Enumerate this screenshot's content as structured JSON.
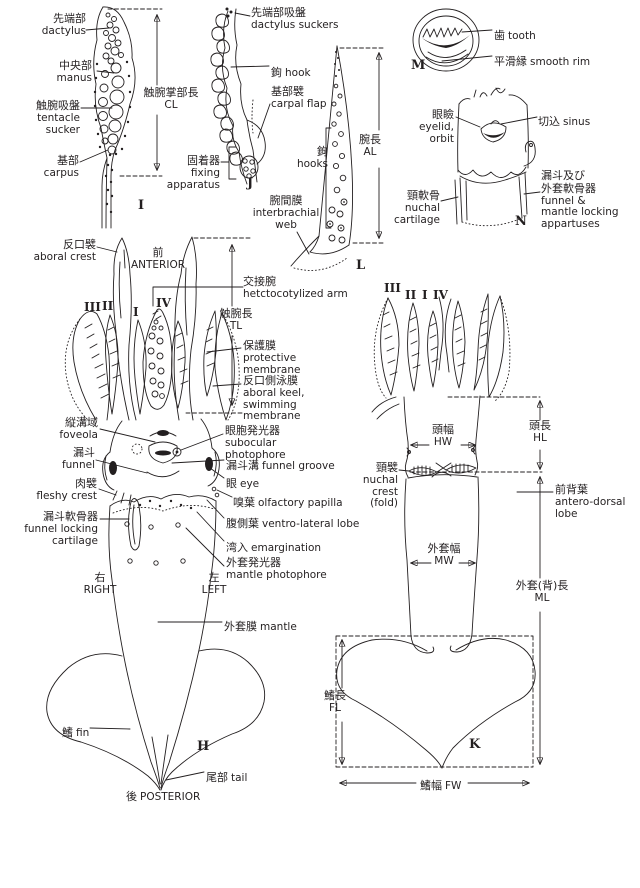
{
  "colors": {
    "ink": "#231f20",
    "background": "#ffffff"
  },
  "fig_i": {
    "letter": "I",
    "dactylus": {
      "jp": "先端部",
      "en": "dactylus"
    },
    "manus": {
      "jp": "中央部",
      "en": "manus"
    },
    "tentacle_sucker": {
      "jp": "触腕吸盤",
      "en": "tentacle sucker"
    },
    "carpus": {
      "jp": "基部",
      "en": "carpus"
    },
    "club_length": {
      "jp": "触腕掌部長",
      "en": "CL"
    },
    "fixing_apparatus": {
      "jp": "固着器",
      "en": "fixing apparatus"
    }
  },
  "fig_j": {
    "letter": "J",
    "dactylus_suckers": {
      "jp": "先端部吸盤",
      "en": "dactylus suckers"
    },
    "hook": {
      "jp": "鉤",
      "en": "hook"
    },
    "carpal_flap": {
      "jp": "基部襞",
      "en": "carpal flap"
    }
  },
  "fig_l": {
    "letter": "L",
    "hooks": {
      "jp": "鉤",
      "en": "hooks"
    },
    "arm_length": {
      "jp": "腕長",
      "en": "AL"
    },
    "interbrachial_web": {
      "jp": "腕間膜",
      "en": "interbrachial web"
    }
  },
  "fig_m": {
    "letter": "M",
    "tooth": {
      "jp": "歯",
      "en": "tooth"
    },
    "smooth_rim": {
      "jp": "平滑縁",
      "en": "smooth rim"
    }
  },
  "fig_n": {
    "letter": "N",
    "eyelid": {
      "jp": "眼瞼",
      "en": "eyelid, orbit"
    },
    "sinus": {
      "jp": "切込",
      "en": "sinus"
    },
    "nuchal_cartilage": {
      "jp": "頸軟骨",
      "en": "nuchal cartilage"
    },
    "funnel_mantle_locking": {
      "jp1": "漏斗及び",
      "jp2": "外套軟骨器",
      "en": "funnel & mantle locking appartuses"
    }
  },
  "fig_h": {
    "letter": "H",
    "numerals": [
      "III",
      "II",
      "I",
      "IV"
    ],
    "aboral_crest": {
      "jp": "反口襞",
      "en": "aboral crest"
    },
    "anterior": {
      "jp": "前",
      "en": "ANTERIOR"
    },
    "hectocotylized_arm": {
      "jp": "交接腕",
      "en": "hetctocotylized arm"
    },
    "tentacle_length": {
      "jp": "触腕長",
      "en": "TL"
    },
    "protective_membrane": {
      "jp": "保護膜",
      "en": "protective membrane"
    },
    "aboral_keel": {
      "jp": "反口側泳膜",
      "en": "aboral keel, swimming membrane"
    },
    "foveola": {
      "jp": "縦溝域",
      "en": "foveola"
    },
    "funnel": {
      "jp": "漏斗",
      "en": "funnel"
    },
    "fleshy_crest": {
      "jp": "肉襞",
      "en": "fleshy crest"
    },
    "funnel_locking_cartilage": {
      "jp": "漏斗軟骨器",
      "en": "funnel locking cartilage"
    },
    "right": {
      "jp": "右",
      "en": "RIGHT"
    },
    "left": {
      "jp": "左",
      "en": "LEFT"
    },
    "subocular_photophore": {
      "jp": "眼胞発光器",
      "en": "subocular photophore"
    },
    "funnel_groove": {
      "jp": "漏斗溝",
      "en": "funnel groove"
    },
    "eye": {
      "jp": "眼",
      "en": "eye"
    },
    "olfactory_papilla": {
      "jp": "嗅葉",
      "en": "olfactory papilla"
    },
    "ventro_lateral_lobe": {
      "jp": "腹側葉",
      "en": "ventro-lateral lobe"
    },
    "emargination": {
      "jp": "湾入",
      "en": "emargination"
    },
    "mantle_photophore": {
      "jp": "外套発光器",
      "en": "mantle photophore"
    },
    "mantle": {
      "jp": "外套膜",
      "en": "mantle"
    },
    "fin": {
      "jp": "鰭",
      "en": "fin"
    },
    "tail": {
      "jp": "尾部",
      "en": "tail"
    },
    "posterior": {
      "jp": "後",
      "en": "POSTERIOR"
    }
  },
  "fig_k": {
    "letter": "K",
    "numerals": [
      "III",
      "II",
      "I",
      "IV"
    ],
    "head_width": {
      "jp": "頭幅",
      "en": "HW"
    },
    "head_length": {
      "jp": "頭長",
      "en": "HL"
    },
    "nuchal_crest": {
      "jp": "頸襞",
      "en": "nuchal crest (fold)"
    },
    "antero_dorsal_lobe": {
      "jp": "前背葉",
      "en": "antero-dorsal lobe"
    },
    "mantle_width": {
      "jp": "外套幅",
      "en": "MW"
    },
    "mantle_length": {
      "jp": "外套(背)長",
      "en": "ML"
    },
    "fin_length": {
      "jp": "鰭長",
      "en": "FL"
    },
    "fin_width": {
      "jp": "鰭幅",
      "en": "FW"
    }
  }
}
